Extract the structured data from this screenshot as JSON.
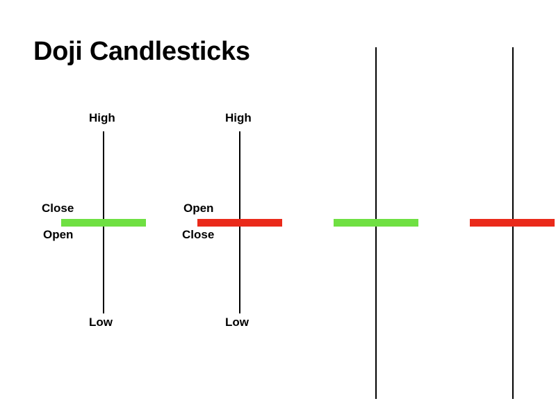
{
  "title": "Doji Candlesticks",
  "colors": {
    "bullish": "#6fe042",
    "bearish": "#ea2a1a",
    "wick": "#000000",
    "background": "#ffffff"
  },
  "candles": [
    {
      "labels": {
        "high": "High",
        "low": "Low",
        "top": "Close",
        "bottom": "Open"
      },
      "color": "green"
    },
    {
      "labels": {
        "high": "High",
        "low": "Low",
        "top": "Open",
        "bottom": "Close"
      },
      "color": "red"
    },
    {
      "color": "green"
    },
    {
      "color": "red"
    }
  ]
}
